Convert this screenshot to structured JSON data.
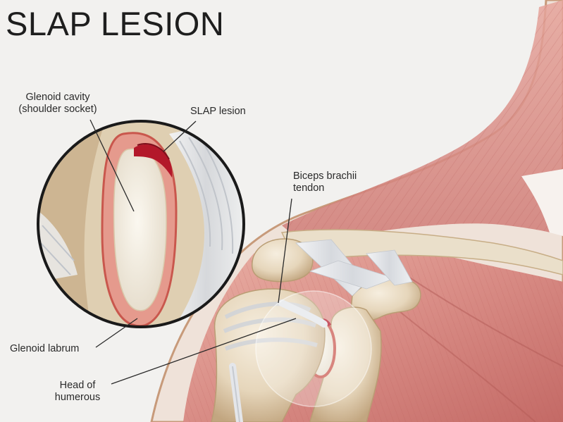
{
  "title": "SLAP LESION",
  "labels": {
    "glenoid_cavity": {
      "line1": "Glenoid cavity",
      "line2": "(shoulder socket)"
    },
    "slap_lesion": "SLAP lesion",
    "biceps_tendon": {
      "line1": "Biceps brachii",
      "line2": "tendon"
    },
    "glenoid_labrum": "Glenoid labrum",
    "head_of_humerus": {
      "line1": "Head of",
      "line2": "humerous"
    }
  },
  "colors": {
    "background": "#f2f1ef",
    "skin_outline": "#c79a7a",
    "muscle": "#d98d86",
    "muscle_dark": "#c66c66",
    "bone": "#e9dcc6",
    "bone_shadow": "#c9b28c",
    "cartilage": "#f4efe3",
    "labrum": "#c9574d",
    "lesion": "#b3182a",
    "tendon": "#e1e3e7",
    "leader_line": "#2a2a2a"
  }
}
